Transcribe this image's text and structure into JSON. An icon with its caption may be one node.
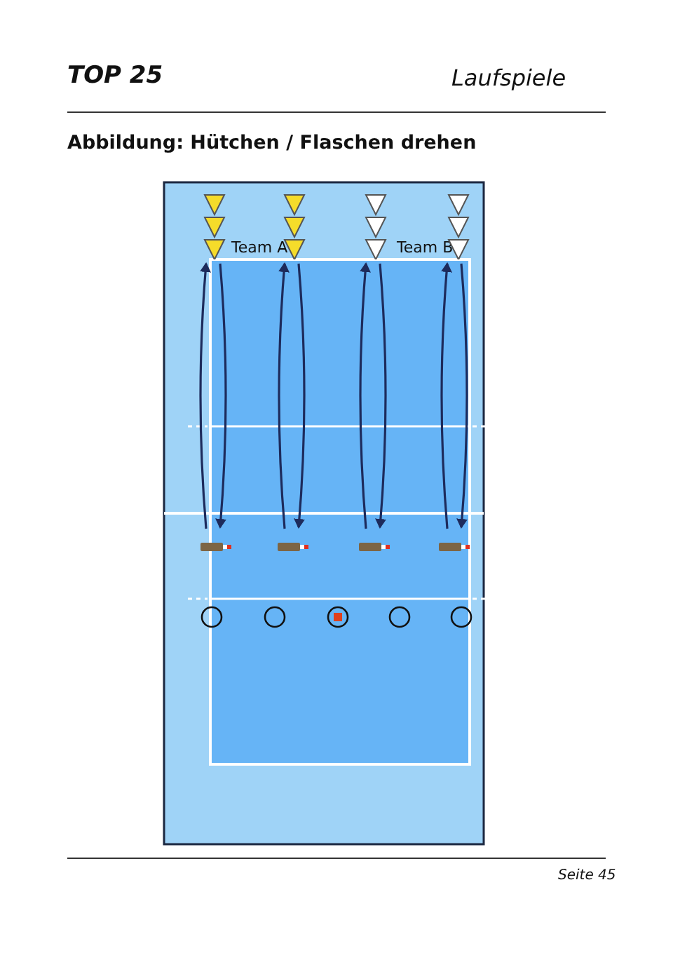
{
  "diagram": {
    "title": "Abbildung: Hütchen / Flaschen drehen",
    "nodes": [
      {
        "text": [],
        "shape": "triangle"
      },
      {
        "text": [],
        "shape": "triangle"
      },
      {
        "text": [],
        "shape": "triangle"
      },
      {
        "text": [],
        "shape": "triangle"
      },
      {
        "text": [],
        "shape": "bottle"
      },
      {
        "text": [],
        "shape": "bottle"
      },
      {
        "text": [],
        "shape": "bottle"
      },
      {
        "text": [],
        "shape": "bottle"
      }
    ],
    "edges": [
      {
        "from": 4,
        "to": 0,
        "arrow": "to"
      },
      {
        "from": 0,
        "to": 4,
        "arrow": "to"
      },
      {
        "from": 5,
        "to": 1,
        "arrow": "to"
      },
      {
        "from": 1,
        "to": 5,
        "arrow": "to"
      },
      {
        "from": 6,
        "to": 2,
        "arrow": "to"
      },
      {
        "from": 2,
        "to": 6,
        "arrow": "to"
      },
      {
        "from": 7,
        "to": 3,
        "arrow": "to"
      },
      {
        "from": 3,
        "to": 7,
        "arrow": "to"
      }
    ],
    "labels": [
      "TOP 25",
      "Laufspiele",
      "Team A",
      "Team B",
      "Seite 45"
    ]
  }
}
